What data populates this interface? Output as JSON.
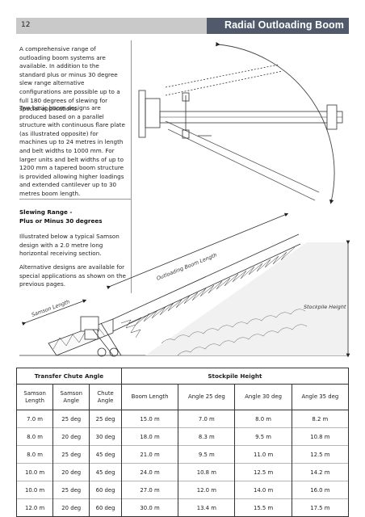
{
  "header": {
    "page_number": "12",
    "title": "Radial Outloading Boom"
  },
  "intro": {
    "paragraph1": "A comprehensive range of outloading boom systems are available. In addition to the standard plus or minus 30 degree slew range alternative configurations are possible up to a full 180 degrees of slewing for special applications.",
    "paragraph2": "Two basic boom designs are produced based on a parallel structure with continuous flare plate (as illustrated opposite) for machines up to 24 metres in length and belt widths to 1000 mm. For larger units and belt widths of up to 1200 mm a tapered boom structure is provided allowing higher loadings and extended cantilever up to 30 metres boom length."
  },
  "slewing": {
    "heading_line1": "Slewing Range -",
    "heading_line2": "Plus or Minus 30 degrees",
    "paragraph1": "Illustrated below a typical Samson design with a 2.0 metre long horizontal receiving section.",
    "paragraph2": "Alternative designs are available for special applications as shown on the previous pages."
  },
  "diagram_labels": {
    "outloading_boom_length": "Outloading Boom Length",
    "samson_length": "Samson Length",
    "stockpile_height": "Stockpile Height"
  },
  "table": {
    "group_headers": [
      "Transfer Chute Angle",
      "Stockpile Height"
    ],
    "columns": [
      [
        "Samson",
        "Length"
      ],
      [
        "Samson",
        "Angle"
      ],
      [
        "Chute",
        "Angle"
      ],
      [
        "Boom Length"
      ],
      [
        "Angle 25 deg"
      ],
      [
        "Angle 30 deg"
      ],
      [
        "Angle 35 deg"
      ]
    ],
    "rows": [
      [
        "7.0 m",
        "25 deg",
        "25 deg",
        "15.0 m",
        "7.0 m",
        "8.0 m",
        "8.2 m"
      ],
      [
        "8.0 m",
        "20 deg",
        "30 deg",
        "18.0 m",
        "8.3 m",
        "9.5 m",
        "10.8 m"
      ],
      [
        "8.0 m",
        "25 deg",
        "45 deg",
        "21.0 m",
        "9.5 m",
        "11.0 m",
        "12.5 m"
      ],
      [
        "10.0 m",
        "20 deg",
        "45 deg",
        "24.0 m",
        "10.8 m",
        "12.5 m",
        "14.2 m"
      ],
      [
        "10.0 m",
        "25 deg",
        "60 deg",
        "27.0 m",
        "12.0 m",
        "14.0 m",
        "16.0 m"
      ],
      [
        "12.0 m",
        "20 deg",
        "60 deg",
        "30.0 m",
        "13.4 m",
        "15.5 m",
        "17.5 m"
      ]
    ]
  }
}
